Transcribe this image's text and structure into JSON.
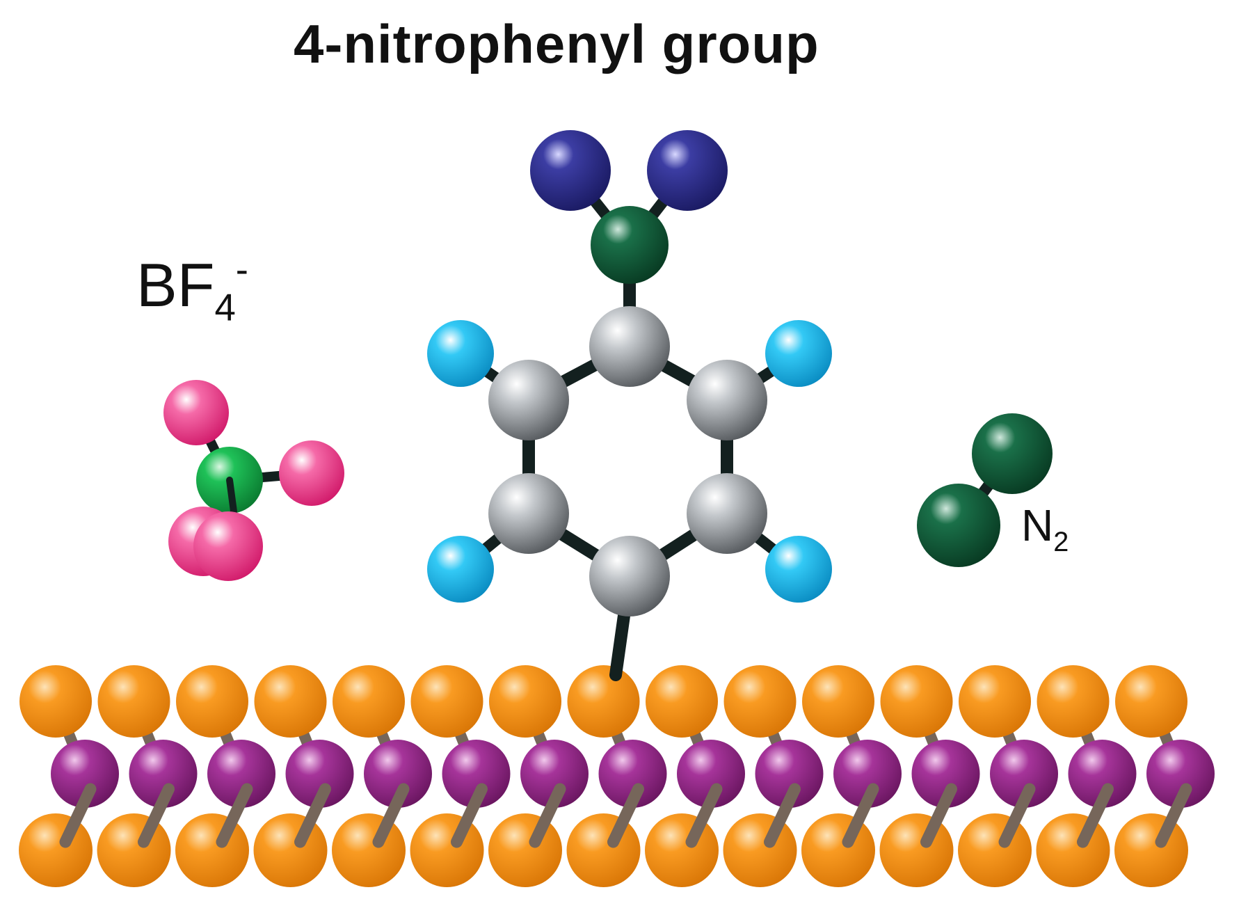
{
  "title": "4-nitrophenyl group",
  "labels": {
    "bf4": {
      "base": "BF",
      "sub": "4",
      "sup": "-"
    },
    "n2": {
      "base": "N",
      "sub": "2"
    }
  },
  "colors": {
    "carbon": "#a9adb1",
    "hydrogen": "#22b7ec",
    "nitrogen": "#0e5a37",
    "oxygen": "#2e2f8c",
    "fluorine": "#ef3d8e",
    "boron": "#15b24a",
    "surface_top": "#f7941d",
    "surface_mid": "#9b2a8e",
    "surface_bottom": "#f7941d",
    "bond_dark": "#13201f",
    "bond_surface": "#76665a"
  },
  "surface": {
    "columns": 15
  }
}
